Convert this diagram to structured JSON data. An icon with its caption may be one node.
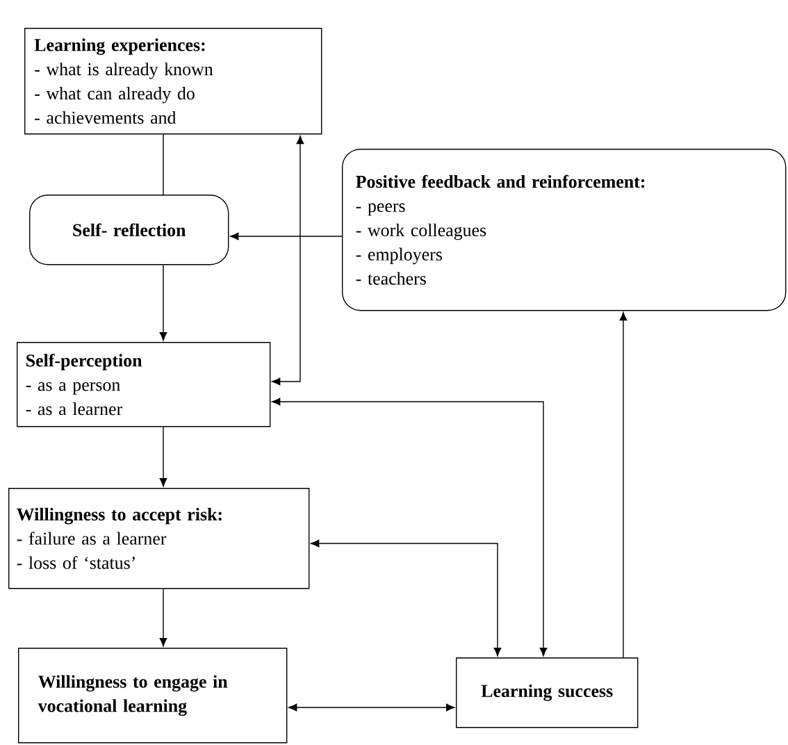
{
  "diagram": {
    "nodes": [
      {
        "text": [
          "Learning experiences:",
          "- what is already known",
          "- what can already do",
          "- achievements and"
        ]
      },
      {
        "text": [
          "Self- reflection"
        ]
      },
      {
        "text": [
          "Positive feedback and reinforcement:",
          "- peers",
          "- work colleagues",
          "- employers",
          "- teachers"
        ]
      },
      {
        "text": [
          "Self-perception",
          "- as a person",
          "- as a learner"
        ]
      },
      {
        "text": [
          "Willingness to accept risk:",
          "- failure as a learner",
          "- loss of ‘status’"
        ]
      },
      {
        "text": [
          "Willingness to engage in vocational learning"
        ]
      },
      {
        "text": [
          "Learning success"
        ]
      }
    ],
    "edges": [
      {
        "from": 0,
        "to": 1,
        "arrow": "none"
      },
      {
        "from": 1,
        "to": 3,
        "arrow": "to"
      },
      {
        "from": 2,
        "to": 1,
        "arrow": "to"
      },
      {
        "from": 3,
        "to": 0,
        "arrow": "both"
      },
      {
        "from": 3,
        "to": 6,
        "arrow": "both"
      },
      {
        "from": 3,
        "to": 4,
        "arrow": "to"
      },
      {
        "from": 4,
        "to": 6,
        "arrow": "both"
      },
      {
        "from": 4,
        "to": 5,
        "arrow": "to"
      },
      {
        "from": 5,
        "to": 6,
        "arrow": "both"
      },
      {
        "from": 6,
        "to": 2,
        "arrow": "to"
      }
    ]
  }
}
